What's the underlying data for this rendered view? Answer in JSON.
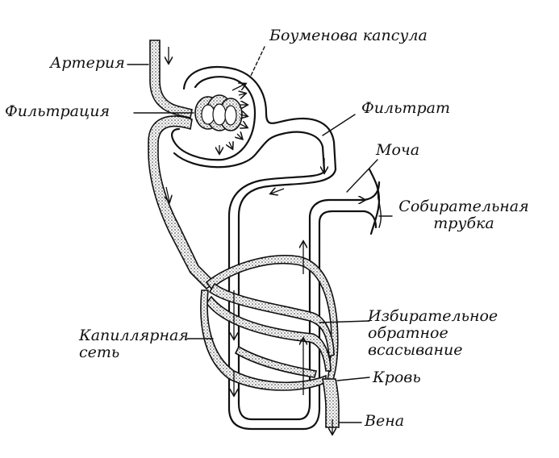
{
  "labels": {
    "artery": "Артерия",
    "bowman_capsule": "Боуменова капсула",
    "filtration": "Фильтрация",
    "filtrate": "Фильтрат",
    "urine": "Моча",
    "collecting_duct_line1": "Собирательная",
    "collecting_duct_line2": "трубка",
    "selective_reabsorption_line1": "Избирательное",
    "selective_reabsorption_line2": "обратное",
    "selective_reabsorption_line3": "всасывание",
    "capillary_network_line1": "Капиллярная",
    "capillary_network_line2": "сеть",
    "blood": "Кровь",
    "vein": "Вена"
  }
}
